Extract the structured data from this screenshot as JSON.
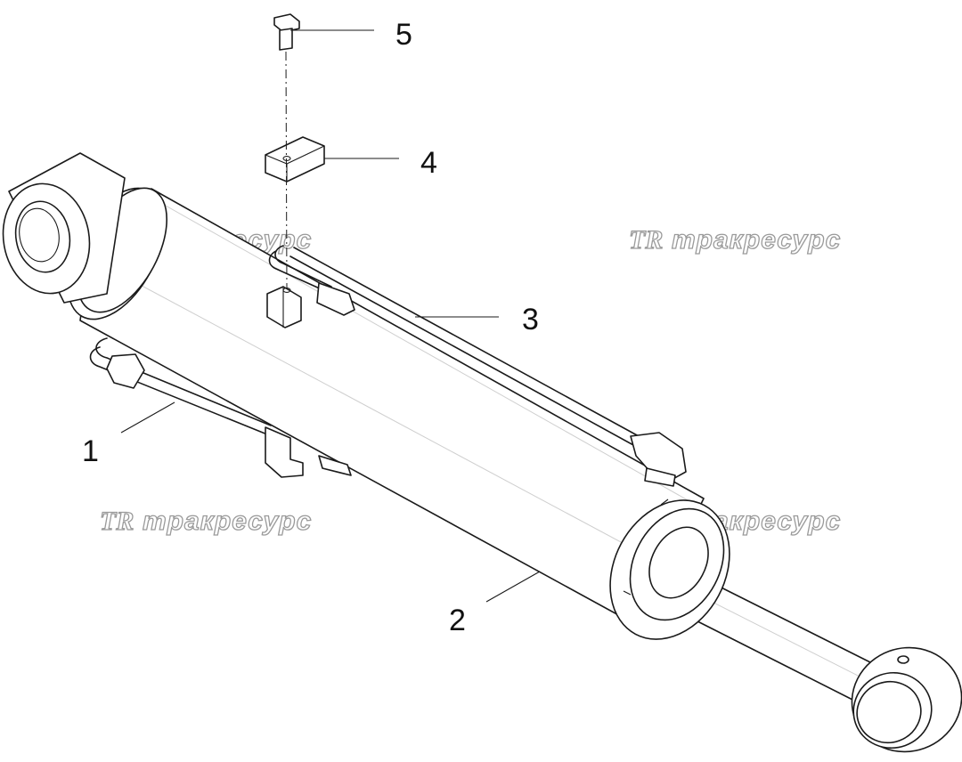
{
  "callouts": [
    {
      "id": "1",
      "label": "1"
    },
    {
      "id": "2",
      "label": "2"
    },
    {
      "id": "3",
      "label": "3"
    },
    {
      "id": "4",
      "label": "4"
    },
    {
      "id": "5",
      "label": "5"
    }
  ],
  "watermark": {
    "logo": "TR",
    "text": "тракресурс"
  }
}
